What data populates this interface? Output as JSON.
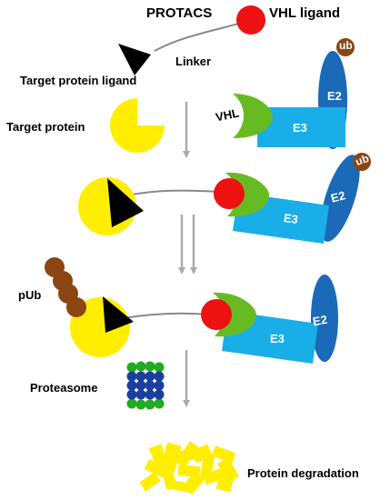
{
  "title": "PROTACS",
  "labels": {
    "vhl_ligand": "VHL ligand",
    "linker": "Linker",
    "target_protein_ligand": "Target protein ligand",
    "target_protein": "Target protein",
    "vhl": "VHL",
    "e3": "E3",
    "e2": "E2",
    "ub": "ub",
    "pub": "pUb",
    "proteasome": "Proteasome",
    "protein_degradation": "Protein degradation"
  },
  "colors": {
    "target_protein": "#ffee00",
    "vhl_ligand": "#ee1111",
    "vhl": "#66bb22",
    "e3": "#1aaee8",
    "e2": "#1a6ab8",
    "ubiquitin": "#8b4513",
    "arrow": "#aaaaaa",
    "proteasome_green": "#22aa22",
    "proteasome_blue": "#1a3f9f"
  }
}
